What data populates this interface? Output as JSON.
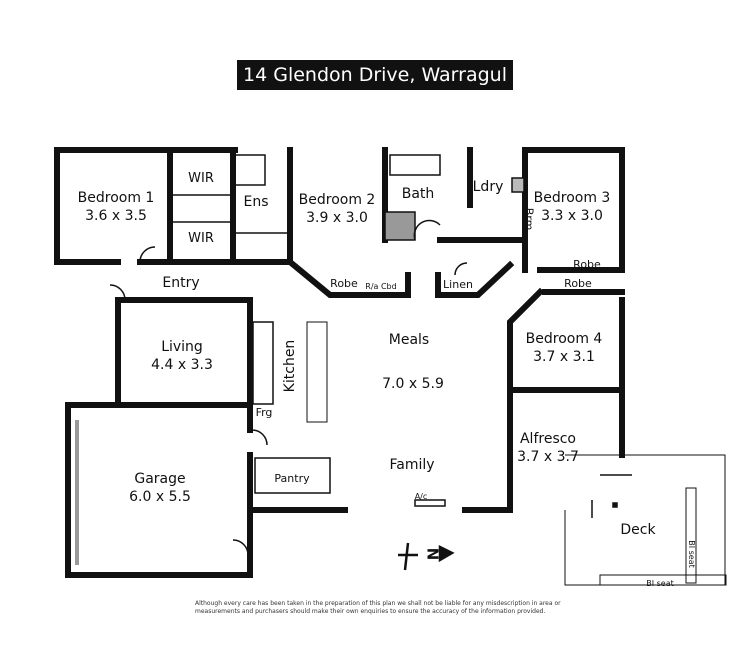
{
  "title": "14 Glendon Drive, Warragul",
  "rooms": {
    "bedroom1": {
      "name": "Bedroom 1",
      "size": "3.6 x 3.5"
    },
    "wir1": "WIR",
    "wir2": "WIR",
    "ens": "Ens",
    "bedroom2": {
      "name": "Bedroom 2",
      "size": "3.9 x 3.0"
    },
    "bath": "Bath",
    "ldry": "Ldry",
    "brm": "Brm",
    "bedroom3": {
      "name": "Bedroom 3",
      "size": "3.3 x 3.0"
    },
    "robe1": "Robe",
    "racbd": "R/a Cbd",
    "linen": "Linen",
    "robe2": "Robe",
    "robe3": "Robe",
    "entry": "Entry",
    "living": {
      "name": "Living",
      "size": "4.4 x 3.3"
    },
    "kitchen": "Kitchen",
    "frg": "Frg",
    "pantry": "Pantry",
    "meals": {
      "name": "Meals",
      "size": "7.0 x 5.9"
    },
    "family": "Family",
    "ac": "A/c",
    "bedroom4": {
      "name": "Bedroom 4",
      "size": "3.7 x 3.1"
    },
    "alfresco": {
      "name": "Alfresco",
      "size": "3.7 x 3.7"
    },
    "garage": {
      "name": "Garage",
      "size": "6.0 x 5.5"
    },
    "deck": "Deck",
    "biseat1": "BI seat",
    "biseat2": "BI seat"
  },
  "compass": "N",
  "disclaimer": "Although every care has been taken in the preparation of this plan we shall not be liable for any misdescription in area or measurements and purchasers should make their own enquiries to ensure the accuracy of the information provided."
}
